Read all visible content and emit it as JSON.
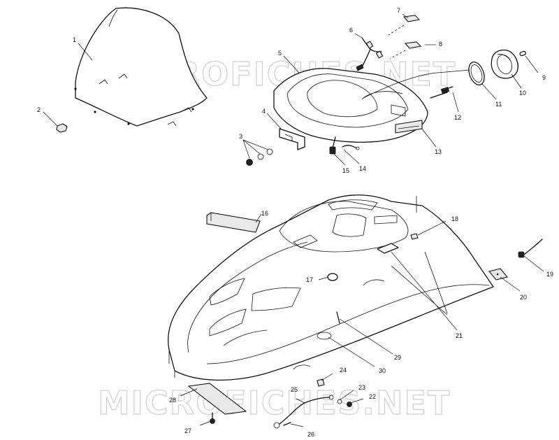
{
  "watermark": {
    "top_text": "MICROFICHES.NET",
    "bottom_text": "MICROFICHES.NET"
  },
  "callouts": [
    {
      "id": "c1",
      "text": "1"
    },
    {
      "id": "c2",
      "text": "2"
    },
    {
      "id": "c3",
      "text": "3"
    },
    {
      "id": "c4",
      "text": "4"
    },
    {
      "id": "c5",
      "text": "5"
    },
    {
      "id": "c6",
      "text": "6"
    },
    {
      "id": "c7",
      "text": "7"
    },
    {
      "id": "c8",
      "text": "8"
    },
    {
      "id": "c9",
      "text": "9"
    },
    {
      "id": "c10",
      "text": "10"
    },
    {
      "id": "c11",
      "text": "11"
    },
    {
      "id": "c12",
      "text": "12"
    },
    {
      "id": "c13",
      "text": "13"
    },
    {
      "id": "c14",
      "text": "14"
    },
    {
      "id": "c15",
      "text": "15"
    },
    {
      "id": "c16",
      "text": "16"
    },
    {
      "id": "c17",
      "text": "17"
    },
    {
      "id": "c18",
      "text": "18"
    },
    {
      "id": "c19",
      "text": "19"
    },
    {
      "id": "c20",
      "text": "20"
    },
    {
      "id": "c21",
      "text": "21"
    },
    {
      "id": "c22",
      "text": "22"
    },
    {
      "id": "c23",
      "text": "23"
    },
    {
      "id": "c24",
      "text": "24"
    },
    {
      "id": "c25",
      "text": "25"
    },
    {
      "id": "c26",
      "text": "26"
    },
    {
      "id": "c27",
      "text": "27"
    },
    {
      "id": "c28",
      "text": "28"
    },
    {
      "id": "c29",
      "text": "29"
    },
    {
      "id": "c30",
      "text": "30"
    }
  ]
}
